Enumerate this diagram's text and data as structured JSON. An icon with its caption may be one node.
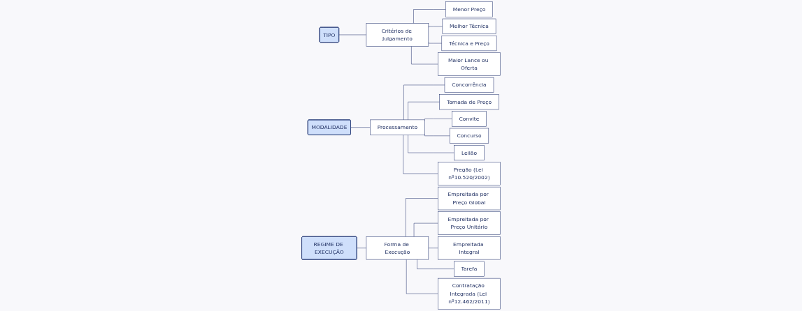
{
  "diagram": {
    "nodes": [
      {
        "text": [
          "TIPO"
        ]
      },
      {
        "text": [
          "Critérios de Julgamento"
        ]
      },
      {
        "text": [
          "Menor Preço"
        ]
      },
      {
        "text": [
          "Melhor Técnica"
        ]
      },
      {
        "text": [
          "Técnica e Preço"
        ]
      },
      {
        "text": [
          "Maior Lance ou Oferta"
        ]
      },
      {
        "text": [
          "MODALIDADE"
        ]
      },
      {
        "text": [
          "Processamento"
        ]
      },
      {
        "text": [
          "Concorrência"
        ]
      },
      {
        "text": [
          "Tomada de Preço"
        ]
      },
      {
        "text": [
          "Convite"
        ]
      },
      {
        "text": [
          "Concurso"
        ]
      },
      {
        "text": [
          "Leilão"
        ]
      },
      {
        "text": [
          "Pregão (Lei nº10.520/2002)"
        ]
      },
      {
        "text": [
          "REGIME DE EXECUÇÃO"
        ]
      },
      {
        "text": [
          "Forma de Execução"
        ]
      },
      {
        "text": [
          "Empreitada por Preço Global"
        ]
      },
      {
        "text": [
          "Empreitada por Preço Unitário"
        ]
      },
      {
        "text": [
          "Empreitada Integral"
        ]
      },
      {
        "text": [
          "Tarefa"
        ]
      },
      {
        "text": [
          "Contratação Integrada (Lei nº12.462/2011)"
        ]
      }
    ],
    "edges": [
      {
        "from": 0,
        "to": 1,
        "arrow": "none"
      },
      {
        "from": 1,
        "to": 2,
        "arrow": "none"
      },
      {
        "from": 1,
        "to": 3,
        "arrow": "none"
      },
      {
        "from": 1,
        "to": 4,
        "arrow": "none"
      },
      {
        "from": 1,
        "to": 5,
        "arrow": "none"
      },
      {
        "from": 6,
        "to": 7,
        "arrow": "none"
      },
      {
        "from": 7,
        "to": 8,
        "arrow": "none"
      },
      {
        "from": 7,
        "to": 9,
        "arrow": "none"
      },
      {
        "from": 7,
        "to": 10,
        "arrow": "none"
      },
      {
        "from": 7,
        "to": 11,
        "arrow": "none"
      },
      {
        "from": 7,
        "to": 12,
        "arrow": "none"
      },
      {
        "from": 7,
        "to": 13,
        "arrow": "none"
      },
      {
        "from": 14,
        "to": 15,
        "arrow": "none"
      },
      {
        "from": 15,
        "to": 16,
        "arrow": "none"
      },
      {
        "from": 15,
        "to": 17,
        "arrow": "none"
      },
      {
        "from": 15,
        "to": 18,
        "arrow": "none"
      },
      {
        "from": 15,
        "to": 19,
        "arrow": "none"
      },
      {
        "from": 15,
        "to": 20,
        "arrow": "none"
      }
    ]
  }
}
